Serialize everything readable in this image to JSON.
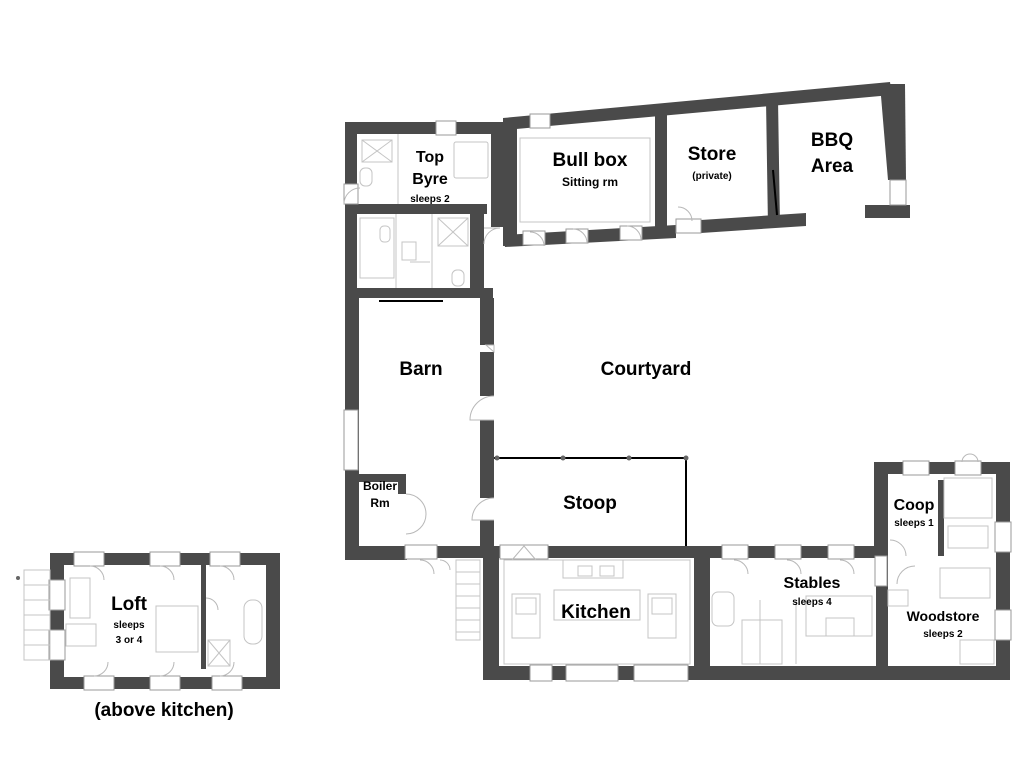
{
  "rooms": {
    "top_byre": {
      "name_line1": "Top",
      "name_line2": "Byre",
      "note": "sleeps 2"
    },
    "bull_box": {
      "name": "Bull box",
      "note": "Sitting rm"
    },
    "store": {
      "name": "Store",
      "note": "(private)"
    },
    "bbq_area": {
      "name_line1": "BBQ",
      "name_line2": "Area"
    },
    "barn": {
      "name": "Barn"
    },
    "courtyard": {
      "name": "Courtyard"
    },
    "boiler_rm": {
      "name_line1": "Boiler",
      "name_line2": "Rm"
    },
    "stoop": {
      "name": "Stoop"
    },
    "kitchen": {
      "name": "Kitchen"
    },
    "stables": {
      "name": "Stables",
      "note": "sleeps 4"
    },
    "coop": {
      "name": "Coop",
      "note": "sleeps 1"
    },
    "woodstore": {
      "name": "Woodstore",
      "note": "sleeps 2"
    },
    "loft": {
      "name": "Loft",
      "note_line1": "sleeps",
      "note_line2": "3 or 4"
    }
  },
  "caption": "(above kitchen)",
  "colors": {
    "wall": "#4a4a4a",
    "window": "#ffffff",
    "furniture": "#c4c4c4"
  }
}
